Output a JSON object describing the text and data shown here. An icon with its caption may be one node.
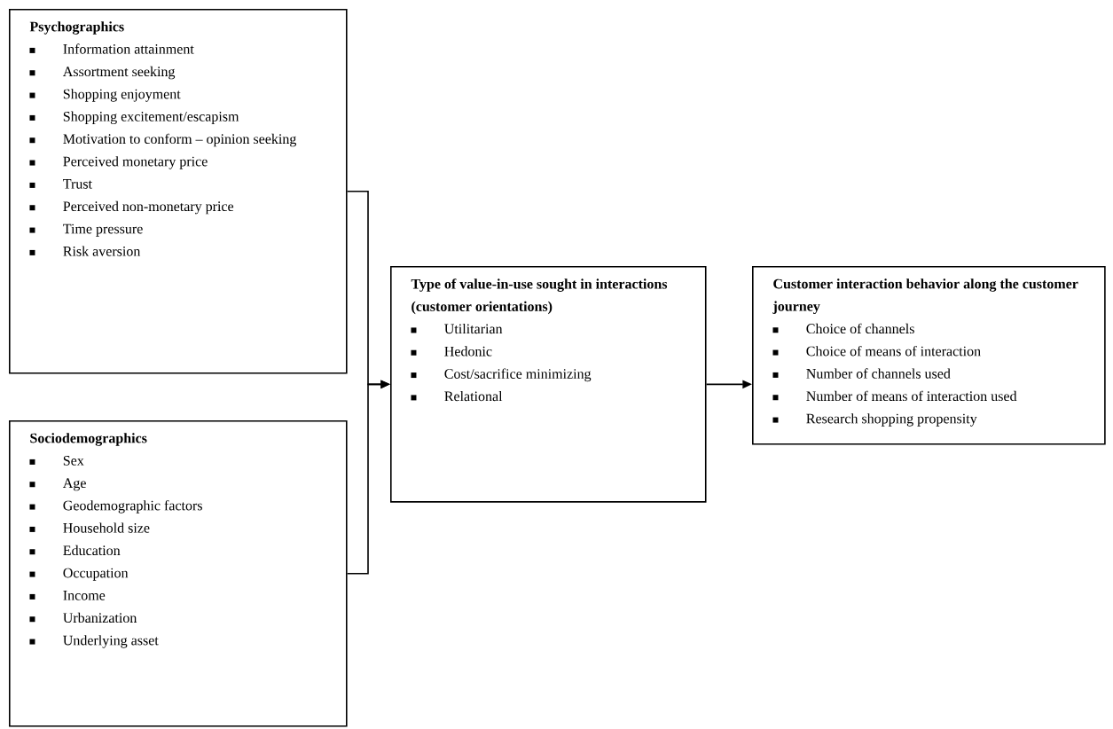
{
  "diagram": {
    "nodes": [
      {
        "text": [
          "Psychographics",
          "Information attainment",
          "Assortment seeking",
          "Shopping enjoyment",
          "Shopping excitement/escapism",
          "Motivation to conform – opinion seeking",
          "Perceived monetary price",
          "Trust",
          "Perceived non-monetary price",
          "Time pressure",
          "Risk aversion"
        ]
      },
      {
        "text": [
          "Sociodemographics",
          "Sex",
          "Age",
          "Geodemographic factors",
          "Household size",
          "Education",
          "Occupation",
          "Income",
          "Urbanization",
          "Underlying asset"
        ]
      },
      {
        "text": [
          "Type of value-in-use sought in interactions (customer orientations)",
          "Utilitarian",
          "Hedonic",
          "Cost/sacrifice minimizing",
          "Relational"
        ]
      },
      {
        "text": [
          "Customer interaction behavior along the customer journey",
          "Choice of channels",
          "Choice of means of interaction",
          "Number of channels used",
          "Number of means of interaction used",
          "Research shopping propensity"
        ]
      }
    ],
    "edges": [
      {
        "from": 0,
        "to": 2,
        "arrow": "to"
      },
      {
        "from": 1,
        "to": 2,
        "arrow": "to"
      },
      {
        "from": 2,
        "to": 3,
        "arrow": "to"
      }
    ]
  }
}
